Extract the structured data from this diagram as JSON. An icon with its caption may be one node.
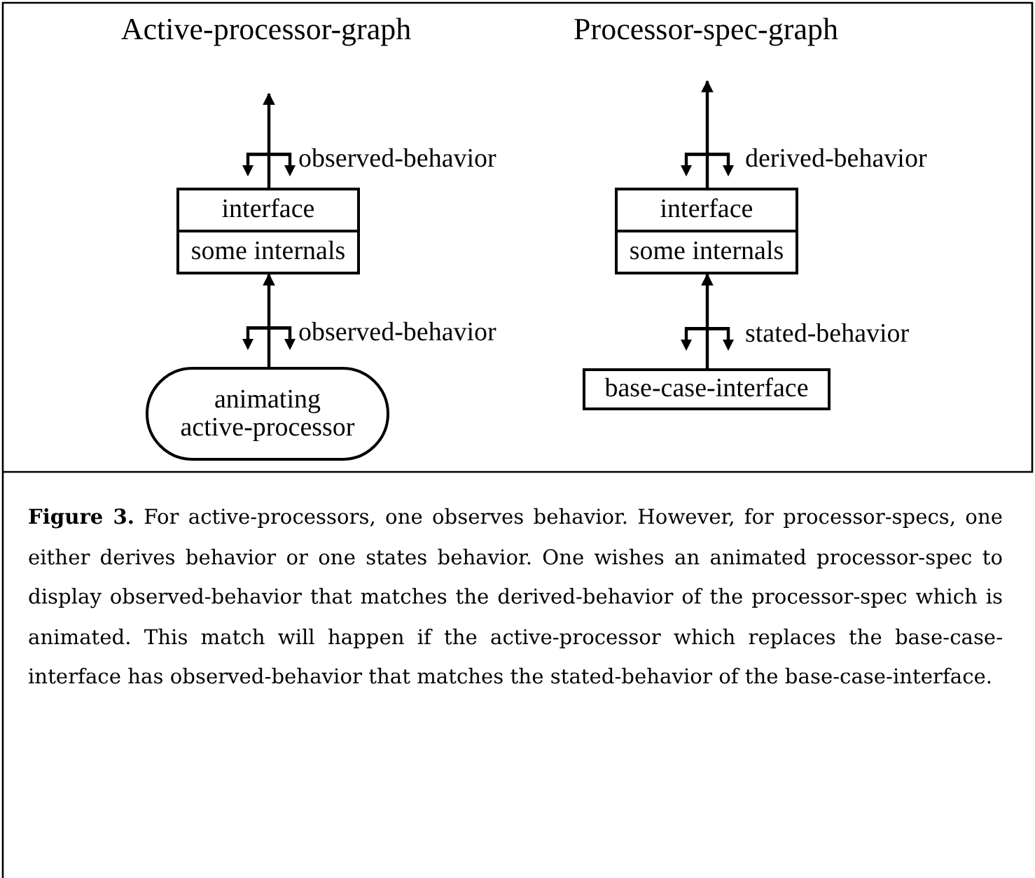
{
  "diagram": {
    "caption": "**Figure 3.** For active-processors, one observes behavior. However, for processor-specs, one either derives behavior or one states behavior. One wishes an animated processor-spec to display observed-behavior that matches the derived-behavior of the processor-spec which is animated. This match will happen if the active-processor which replaces the base-case-interface has observed-behavior that matches the stated-behavior of the base-case-interface.",
    "nodes": [
      {
        "text": [
          "interface",
          "some internals"
        ]
      },
      {
        "text": [
          "animating active-processor"
        ]
      },
      {
        "text": [
          "interface",
          "some internals"
        ]
      },
      {
        "text": [
          "base-case-interface"
        ]
      }
    ],
    "edges": [
      {
        "from": 0,
        "to": null,
        "arrow": "to",
        "label": "observed-behavior"
      },
      {
        "from": 1,
        "to": 0,
        "arrow": "to",
        "label": "observed-behavior"
      },
      {
        "from": 2,
        "to": null,
        "arrow": "to",
        "label": "derived-behavior"
      },
      {
        "from": 3,
        "to": 2,
        "arrow": "to",
        "label": "stated-behavior"
      }
    ],
    "labels": [
      "Active-processor-graph",
      "Processor-spec-graph"
    ]
  }
}
